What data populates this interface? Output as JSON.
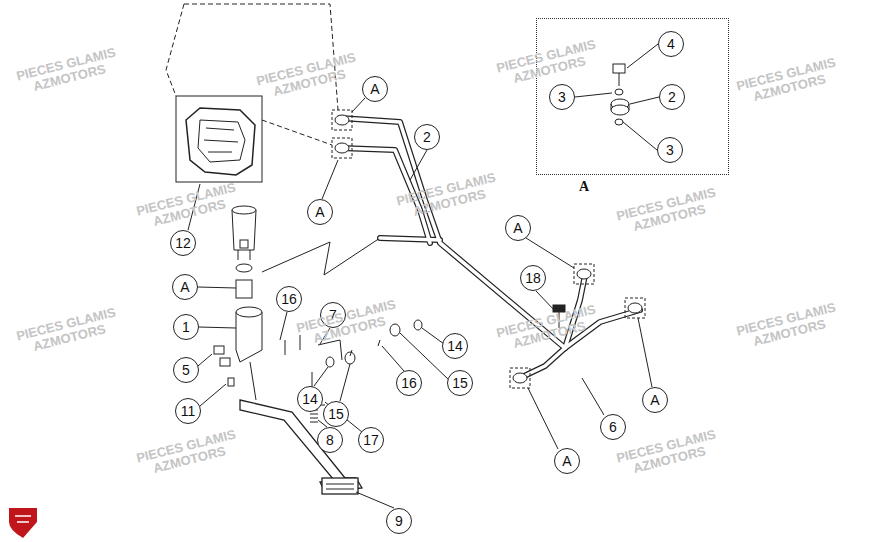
{
  "diagram": {
    "nodes": [
      {
        "text": [
          "A"
        ]
      },
      {
        "text": [
          "4"
        ],
        "in": 0
      },
      {
        "text": [
          "3"
        ],
        "in": 0
      },
      {
        "text": [
          "2"
        ],
        "in": 0
      },
      {
        "text": [
          "3"
        ],
        "in": 0
      },
      {
        "text": [
          "A"
        ]
      },
      {
        "text": [
          "2"
        ]
      },
      {
        "text": [
          "A"
        ]
      },
      {
        "text": [
          "A"
        ]
      },
      {
        "text": [
          "12"
        ]
      },
      {
        "text": [
          "18"
        ]
      },
      {
        "text": [
          "A"
        ]
      },
      {
        "text": [
          "16"
        ]
      },
      {
        "text": [
          "7"
        ]
      },
      {
        "text": [
          "1"
        ]
      },
      {
        "text": [
          "14"
        ]
      },
      {
        "text": [
          "5"
        ]
      },
      {
        "text": [
          "16"
        ]
      },
      {
        "text": [
          "15"
        ]
      },
      {
        "text": [
          "A"
        ]
      },
      {
        "text": [
          "14"
        ]
      },
      {
        "text": [
          "11"
        ]
      },
      {
        "text": [
          "15"
        ]
      },
      {
        "text": [
          "6"
        ]
      },
      {
        "text": [
          "8"
        ]
      },
      {
        "text": [
          "17"
        ]
      },
      {
        "text": [
          "A"
        ]
      },
      {
        "text": [
          "9"
        ]
      }
    ],
    "labels": [
      "PIECES GLAMIS",
      "AZMOTORS",
      "PIECES GLAMIS",
      "AZMOTORS",
      "PIECES GLAMIS",
      "AZMOTORS",
      "PIECES GLAMIS",
      "AZMOTORS",
      "PIECES GLAMIS",
      "AZMOTORS",
      "PIECES GLAMIS",
      "AZMOTORS",
      "PIECES GLAMIS",
      "AZMOTORS",
      "PIECES GLAMIS",
      "AZMOTORS",
      "PIECES GLAMIS",
      "AZMOTORS",
      "PIECES GLAMIS",
      "AZMOTORS",
      "PIECES GLAMIS",
      "AZMOTORS",
      "PIECES GLAMIS",
      "AZMOTORS",
      "PIECES GLAMIS",
      "AZMOTORS"
    ]
  }
}
